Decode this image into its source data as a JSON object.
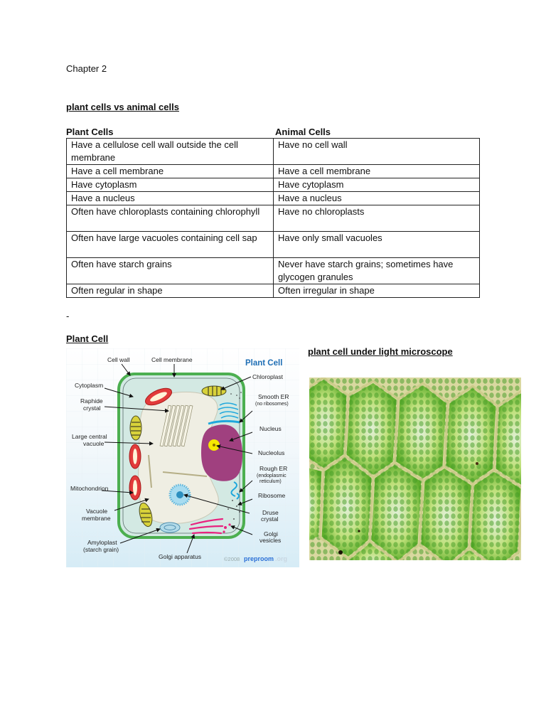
{
  "document": {
    "chapter_title": "Chapter 2",
    "section_heading": "plant cells vs animal cells",
    "stray_mark": "-",
    "comparison_table": {
      "headers": [
        "Plant Cells",
        "Animal Cells"
      ],
      "rows": [
        [
          "Have a cellulose cell wall outside the cell membrane",
          "Have no cell wall"
        ],
        [
          "Have a cell membrane",
          "Have a cell membrane"
        ],
        [
          "Have cytoplasm",
          "Have cytoplasm"
        ],
        [
          "Have a nucleus",
          "Have a nucleus"
        ],
        [
          "Often have chloroplasts containing chlorophyll",
          "Have no chloroplasts"
        ],
        [
          "Often have large vacuoles containing cell sap",
          "Have only small vacuoles"
        ],
        [
          "Often have starch grains",
          "Never have starch grains; sometimes have glycogen granules"
        ],
        [
          "Often regular in shape",
          "Often irregular in shape"
        ]
      ]
    },
    "plant_cell_heading": "Plant Cell",
    "microscope_heading": "plant cell under light microscope"
  },
  "diagram": {
    "title": "Plant Cell",
    "labels": {
      "cell_wall": "Cell wall",
      "cell_membrane": "Cell membrane",
      "cytoplasm": "Cytoplasm",
      "raphide_1": "Raphide",
      "raphide_2": "crystal",
      "vacuole_1": "Large central",
      "vacuole_2": "vacuole",
      "mitochondrion": "Mitochondrion",
      "vac_membrane_1": "Vacuole",
      "vac_membrane_2": "membrane",
      "amyloplast_1": "Amyloplast",
      "amyloplast_2": "(starch grain)",
      "golgi_apparatus": "Golgi apparatus",
      "chloroplast": "Chloroplast",
      "smooth_er_1": "Smooth ER",
      "smooth_er_2": "(no ribosomes)",
      "nucleus": "Nucleus",
      "nucleolus": "Nucleolus",
      "rough_er_1": "Rough ER",
      "rough_er_2": "(endoplasmic",
      "rough_er_3": "reticulum)",
      "ribosome": "Ribosome",
      "druse_1": "Druse",
      "druse_2": "crystal",
      "golgi_vesicles_1": "Golgi",
      "golgi_vesicles_2": "vesicles",
      "copyright": "©2008",
      "brand": "preproom",
      "brand_tld": ".org"
    },
    "colors": {
      "title": "#1f6fb5",
      "wall": "#4caf50",
      "cytoplasm": "#d3e9e3",
      "vacuole": "#efeee3",
      "nucleus": "#a0407f",
      "nucleolus": "#f5e800",
      "mitochondrion": "#e23b3b",
      "chloroplast": "#d8d23a",
      "er": "#1ea7dc",
      "golgi": "#e8237f",
      "brand": "#2a6fd6"
    }
  },
  "microscope": {
    "colors": {
      "cell_wall": "#d9d8a0",
      "chloroplast": "#3f9a22",
      "cell_bg": "#bfe07a",
      "vacuole_light": "#e2f0d8"
    }
  }
}
